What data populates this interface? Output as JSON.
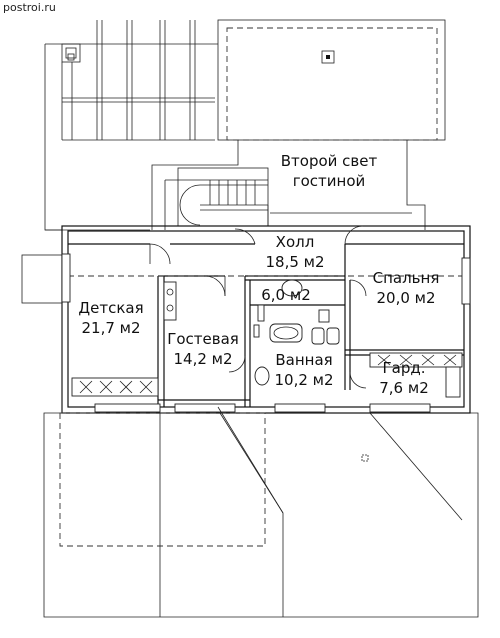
{
  "watermark": "postroi.ru",
  "rooms": {
    "second_light": {
      "line1": "Второй свет",
      "line2": "гостиной"
    },
    "hall": {
      "name": "Холл",
      "area": "18,5 м2"
    },
    "bedroom": {
      "name": "Спальня",
      "area": "20,0 м2"
    },
    "small_room": {
      "area": "6,0 м2"
    },
    "kids": {
      "name": "Детская",
      "area": "21,7 м2"
    },
    "guest": {
      "name": "Гостевая",
      "area": "14,2 м2"
    },
    "bathroom": {
      "name": "Ванная",
      "area": "10,2 м2"
    },
    "wardrobe": {
      "name": "Гард.",
      "area": "7,6 м2"
    }
  }
}
